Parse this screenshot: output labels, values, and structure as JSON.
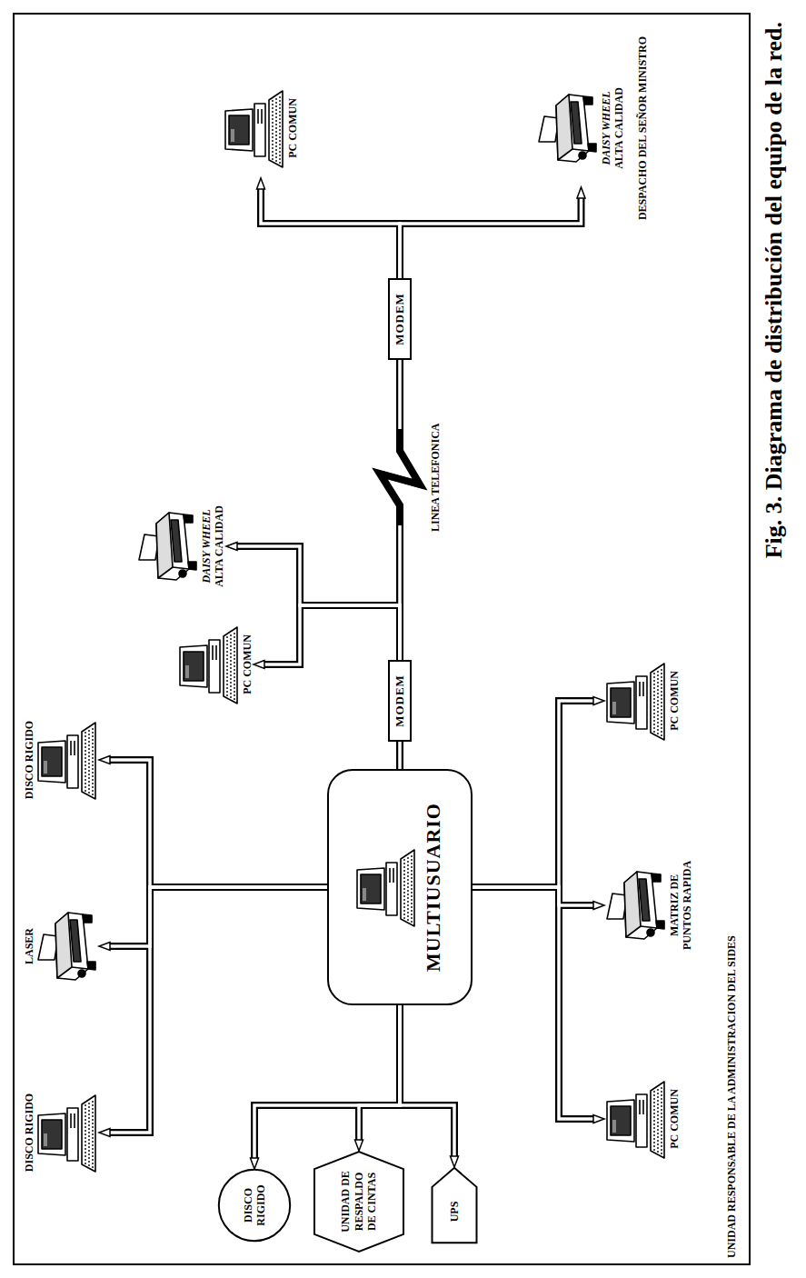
{
  "diagram": {
    "caption": "Fig. 3. Diagrama de distribución del equipo de la red.",
    "nodes": [
      {
        "text": [
          "DISCO RIGIDO"
        ]
      },
      {
        "text": [
          "LASER"
        ]
      },
      {
        "text": [
          "DISCO RIGIDO"
        ]
      },
      {
        "text": [
          "PC COMUN"
        ]
      },
      {
        "text": [
          "DAISY WHEEL",
          "ALTA CALIDAD"
        ]
      },
      {
        "text": [
          "DISCO RIGIDO"
        ]
      },
      {
        "text": [
          "UNIDAD DE RESPALDO DE CINTAS"
        ]
      },
      {
        "text": [
          "UPS"
        ]
      },
      {
        "text": [
          "MULTIUSUARIO"
        ]
      },
      {
        "text": [
          "MODEM"
        ]
      },
      {
        "text": [
          "MODEM"
        ]
      },
      {
        "text": [
          "PC COMUN"
        ]
      },
      {
        "text": [
          "DAISY WHEEL",
          "ALTA CALIDAD"
        ]
      },
      {
        "text": [
          "PC COMUN"
        ]
      },
      {
        "text": [
          "MATRIZ DE PUNTOS RAPIDA"
        ]
      },
      {
        "text": [
          "PC COMUN"
        ]
      }
    ],
    "edges": [
      {
        "from": 8,
        "to": 0,
        "arrow": "to"
      },
      {
        "from": 8,
        "to": 1,
        "arrow": "to"
      },
      {
        "from": 8,
        "to": 2,
        "arrow": "to"
      },
      {
        "from": 8,
        "to": 5,
        "arrow": "to"
      },
      {
        "from": 8,
        "to": 6,
        "arrow": "to"
      },
      {
        "from": 8,
        "to": 7,
        "arrow": "to"
      },
      {
        "from": 8,
        "to": 9,
        "arrow": "none"
      },
      {
        "from": 9,
        "to": 3,
        "arrow": "to"
      },
      {
        "from": 9,
        "to": 4,
        "arrow": "to"
      },
      {
        "from": 9,
        "to": 10,
        "label": "LINEA TELEFONICA",
        "arrow": "none"
      },
      {
        "from": 10,
        "to": 11,
        "arrow": "to"
      },
      {
        "from": 10,
        "to": 12,
        "arrow": "to"
      },
      {
        "from": 8,
        "to": 13,
        "arrow": "to"
      },
      {
        "from": 8,
        "to": 14,
        "arrow": "to"
      },
      {
        "from": 8,
        "to": 15,
        "arrow": "to"
      }
    ],
    "labels": [
      "UNIDAD RESPONSABLE DE LA ADMINISTRACION DEL SIDES",
      "DESPACHO DEL SEÑOR MINISTRO"
    ]
  }
}
